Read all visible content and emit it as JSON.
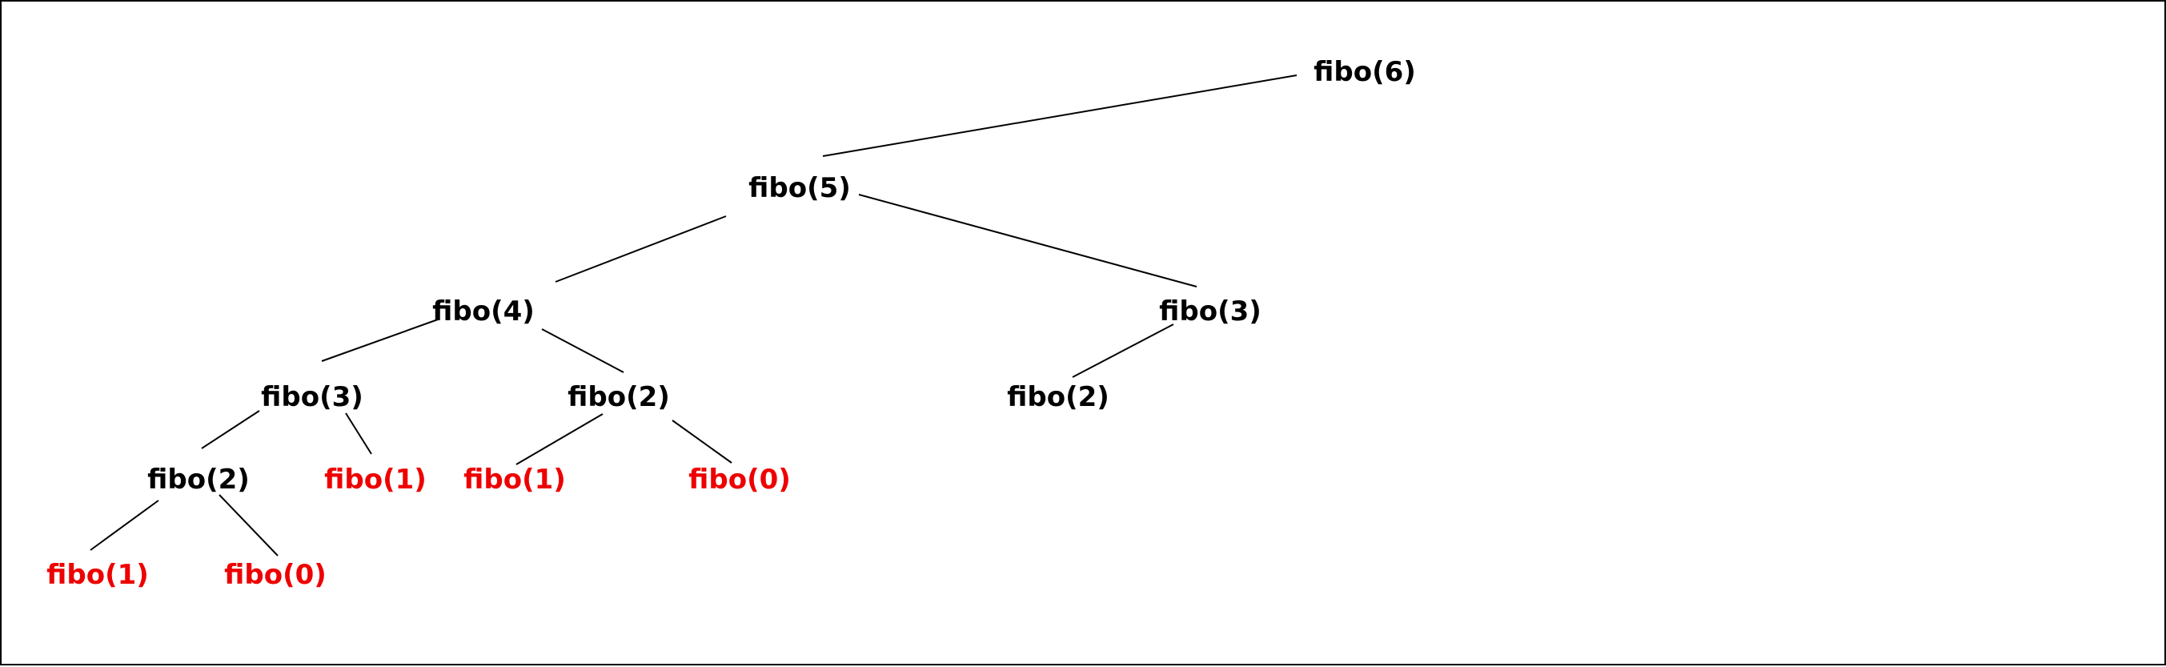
{
  "diagram": {
    "colors": {
      "internal": "#000000",
      "base_case": "#ee0000",
      "edge": "#000000",
      "border": "#000000"
    },
    "nodes": [
      {
        "id": "n6",
        "label": "fibo(6)",
        "kind": "internal"
      },
      {
        "id": "n5",
        "label": "fibo(5)",
        "kind": "internal"
      },
      {
        "id": "n4",
        "label": "fibo(4)",
        "kind": "internal"
      },
      {
        "id": "n3r",
        "label": "fibo(3)",
        "kind": "internal"
      },
      {
        "id": "n3l",
        "label": "fibo(3)",
        "kind": "internal"
      },
      {
        "id": "n2m",
        "label": "fibo(2)",
        "kind": "internal"
      },
      {
        "id": "n2r",
        "label": "fibo(2)",
        "kind": "internal"
      },
      {
        "id": "n2l",
        "label": "fibo(2)",
        "kind": "internal"
      },
      {
        "id": "n1a",
        "label": "fibo(1)",
        "kind": "base_case"
      },
      {
        "id": "n1b",
        "label": "fibo(1)",
        "kind": "base_case"
      },
      {
        "id": "n0b",
        "label": "fibo(0)",
        "kind": "base_case"
      },
      {
        "id": "n1c",
        "label": "fibo(1)",
        "kind": "base_case"
      },
      {
        "id": "n0c",
        "label": "fibo(0)",
        "kind": "base_case"
      }
    ],
    "edges": [
      {
        "from": "n6",
        "to": "n5"
      },
      {
        "from": "n5",
        "to": "n4"
      },
      {
        "from": "n5",
        "to": "n3r"
      },
      {
        "from": "n4",
        "to": "n3l"
      },
      {
        "from": "n4",
        "to": "n2m"
      },
      {
        "from": "n3r",
        "to": "n2r"
      },
      {
        "from": "n3l",
        "to": "n2l"
      },
      {
        "from": "n3l",
        "to": "n1a"
      },
      {
        "from": "n2m",
        "to": "n1b"
      },
      {
        "from": "n2m",
        "to": "n0b"
      },
      {
        "from": "n2l",
        "to": "n1c"
      },
      {
        "from": "n2l",
        "to": "n0c"
      }
    ]
  }
}
